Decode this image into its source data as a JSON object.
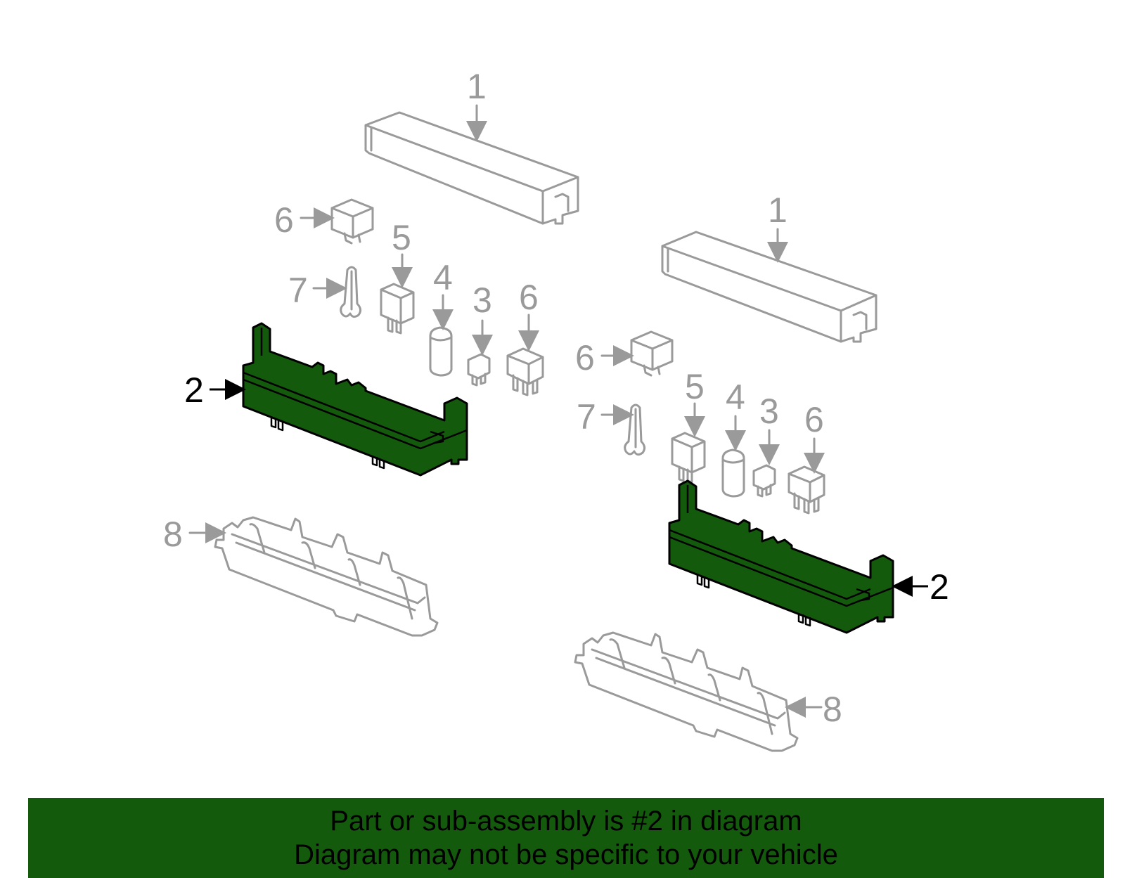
{
  "diagram": {
    "callouts": {
      "top_left": {
        "n1": "1",
        "n6a": "6",
        "n7": "7",
        "n5": "5",
        "n4": "4",
        "n3": "3",
        "n6b": "6",
        "n2": "2",
        "n8": "8"
      },
      "right": {
        "n1": "1",
        "n6a": "6",
        "n7": "7",
        "n5": "5",
        "n4": "4",
        "n3": "3",
        "n6b": "6",
        "n2": "2",
        "n8": "8"
      }
    }
  },
  "colors": {
    "highlight_part": "#145a0c",
    "banner_background": "#145a0c",
    "other_parts": "#9a9a9a"
  },
  "banner": {
    "line1": "Part or sub-assembly is #2 in diagram",
    "line2": "Diagram may not be specific to your vehicle"
  }
}
